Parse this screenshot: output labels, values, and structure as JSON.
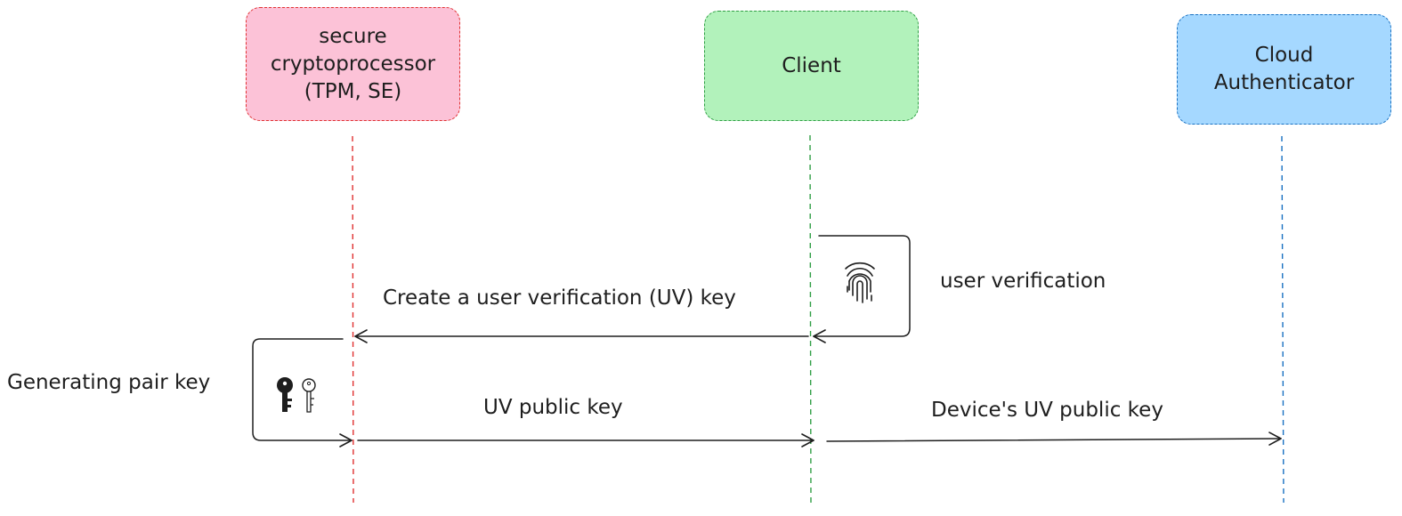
{
  "colors": {
    "tpm_fill": "#fcc2d7",
    "tpm_stroke": "#e03131",
    "client_fill": "#b2f2bb",
    "client_stroke": "#2f9e44",
    "cloud_fill": "#a5d8ff",
    "cloud_stroke": "#1971c2",
    "ink": "#1e1e1e"
  },
  "actors": {
    "tpm": "secure\ncryptoprocessor\n(TPM, SE)",
    "client": "Client",
    "cloud": "Cloud\nAuthenticator"
  },
  "messages": {
    "user_verification": "user verification",
    "create_uv_key": "Create a user verification (UV) key",
    "generating_pair_key": "Generating pair key",
    "uv_public_key": "UV public key",
    "device_uv_public_key": "Device's UV public key"
  },
  "icons": {
    "fingerprint": "fingerprint-icon",
    "keys": "key-pair-icon"
  }
}
